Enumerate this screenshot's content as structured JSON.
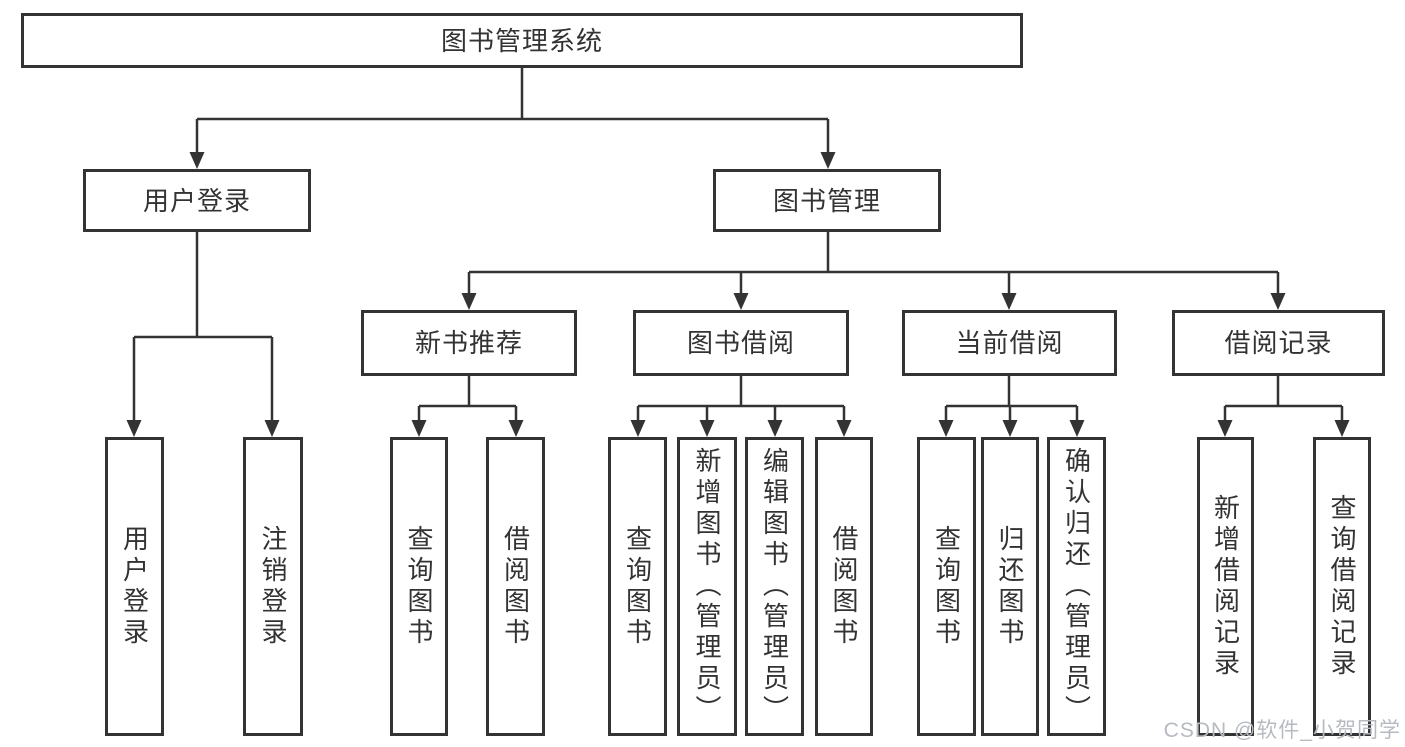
{
  "diagram": {
    "root": {
      "label": "图书管理系统"
    },
    "branches": [
      {
        "label": "用户登录",
        "children": [
          {
            "label": "用户登录"
          },
          {
            "label": "注销登录"
          }
        ]
      },
      {
        "label": "图书管理",
        "children": [
          {
            "label": "新书推荐",
            "children": [
              {
                "label": "查询图书"
              },
              {
                "label": "借阅图书"
              }
            ]
          },
          {
            "label": "图书借阅",
            "children": [
              {
                "label": "查询图书"
              },
              {
                "label": "新增图书（管理员）"
              },
              {
                "label": "编辑图书（管理员）"
              },
              {
                "label": "借阅图书"
              }
            ]
          },
          {
            "label": "当前借阅",
            "children": [
              {
                "label": "查询图书"
              },
              {
                "label": "归还图书"
              },
              {
                "label": "确认归还（管理员）"
              }
            ]
          },
          {
            "label": "借阅记录",
            "children": [
              {
                "label": "新增借阅记录"
              },
              {
                "label": "查询借阅记录"
              }
            ]
          }
        ]
      }
    ]
  },
  "watermark": {
    "text": "CSDN @软件_小贺同学"
  },
  "colors": {
    "line": "#333333",
    "box_border": "#333333",
    "box_fill": "#ffffff",
    "text": "#333333",
    "watermark": "#b6bac1"
  }
}
